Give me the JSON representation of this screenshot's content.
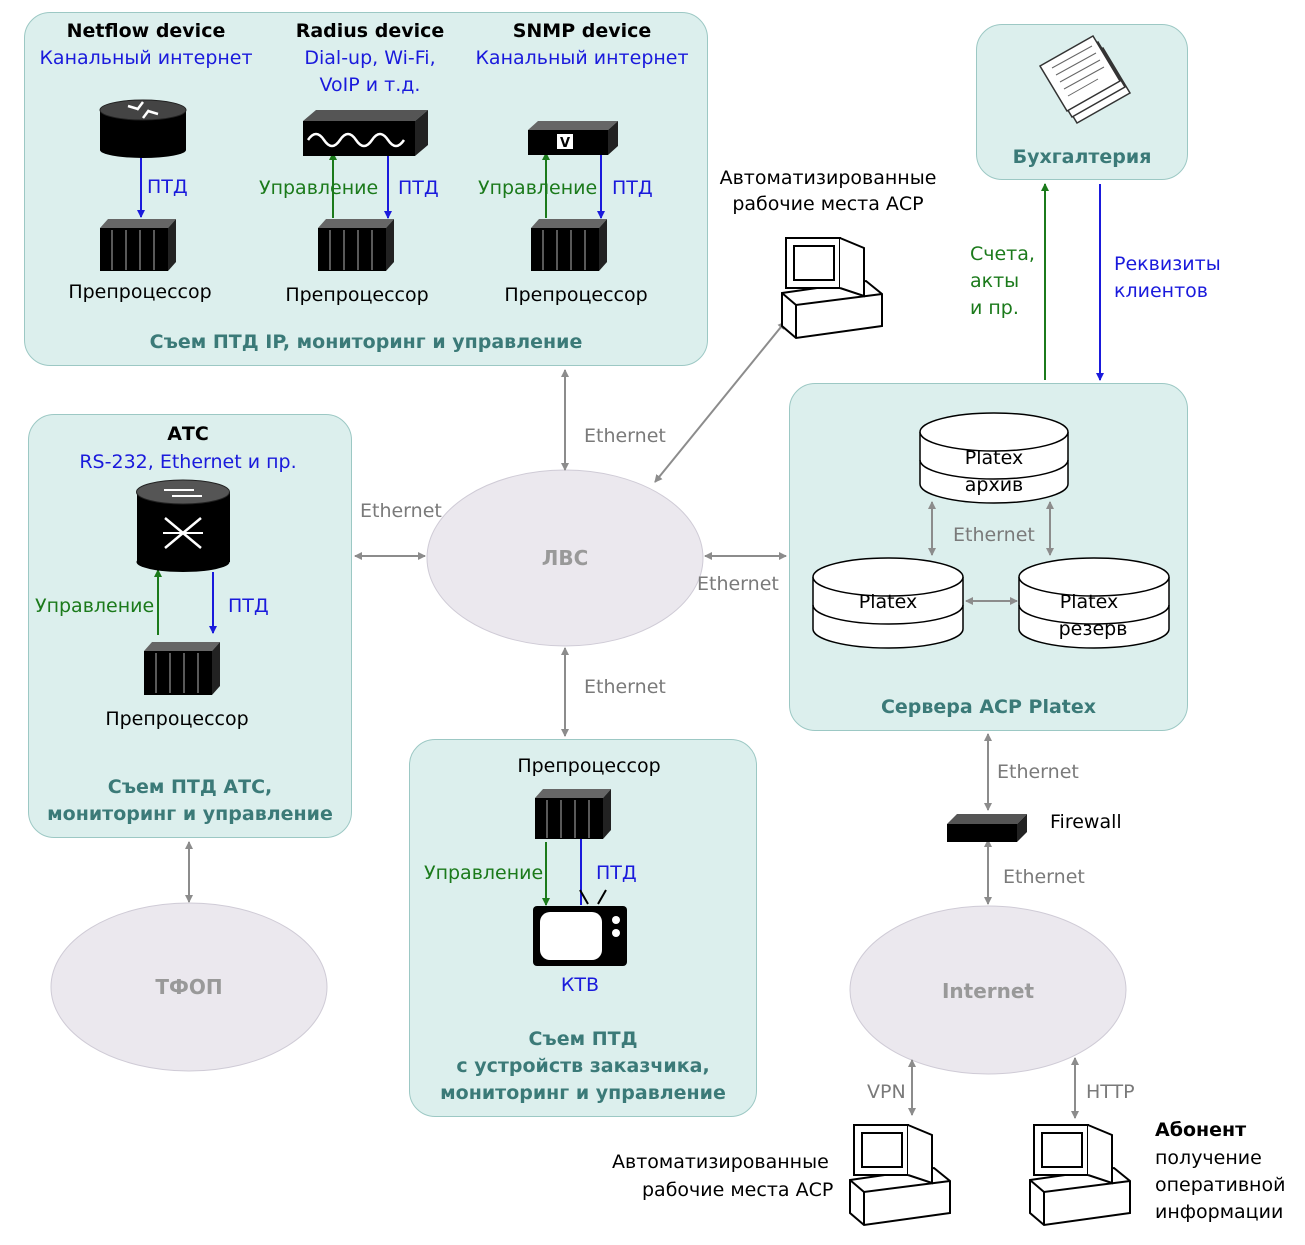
{
  "groups": {
    "ip": {
      "title": "Съем ПТД IP, мониторинг и управление",
      "netflow": {
        "name": "Netflow device",
        "sub": "Канальный интернет"
      },
      "radius": {
        "name": "Radius device",
        "sub1": "Dial-up, Wi-Fi,",
        "sub2": "VoIP и т.д."
      },
      "snmp": {
        "name": "SNMP device",
        "sub": "Канальный интернет"
      }
    },
    "atc": {
      "name": "АТС",
      "sub": "RS-232, Ethernet и пр.",
      "title1": "Съем ПТД АТС,",
      "title2": "мониторинг и управление"
    },
    "ktv": {
      "device": "КТВ",
      "title1": "Съем ПТД",
      "title2": "с устройств заказчика,",
      "title3": "мониторинг и управление"
    },
    "servers": {
      "title": "Сервера АСР Platex",
      "db_archive1": "Platex",
      "db_archive2": "архив",
      "db_main": "Platex",
      "db_reserve1": "Platex",
      "db_reserve2": "резерв"
    },
    "accounting": {
      "title": "Бухгалтерия"
    }
  },
  "labels": {
    "preprocessor": "Препроцессор",
    "ptd": "ПТД",
    "control": "Управление",
    "ethernet": "Ethernet",
    "firewall": "Firewall",
    "vpn": "VPN",
    "http": "HTTP",
    "workstations1": "Автоматизированные",
    "workstations2": "рабочие места АСР",
    "invoices1": "Счета,",
    "invoices2": "акты",
    "invoices3": "и пр.",
    "requisites1": "Реквизиты",
    "requisites2": "клиентов",
    "subscriber": "Абонент",
    "subscriber_info1": "получение",
    "subscriber_info2": "оперативной",
    "subscriber_info3": "информации"
  },
  "clouds": {
    "lan": "ЛВС",
    "pstn": "ТФОП",
    "internet": "Internet"
  },
  "colors": {
    "box_fill": "#dcefed",
    "box_border": "#9cc8c4",
    "ptd": "#1a1adc",
    "control": "#1b7a1b",
    "link": "#8c8c8c",
    "cloud": "#ebe8ee"
  }
}
